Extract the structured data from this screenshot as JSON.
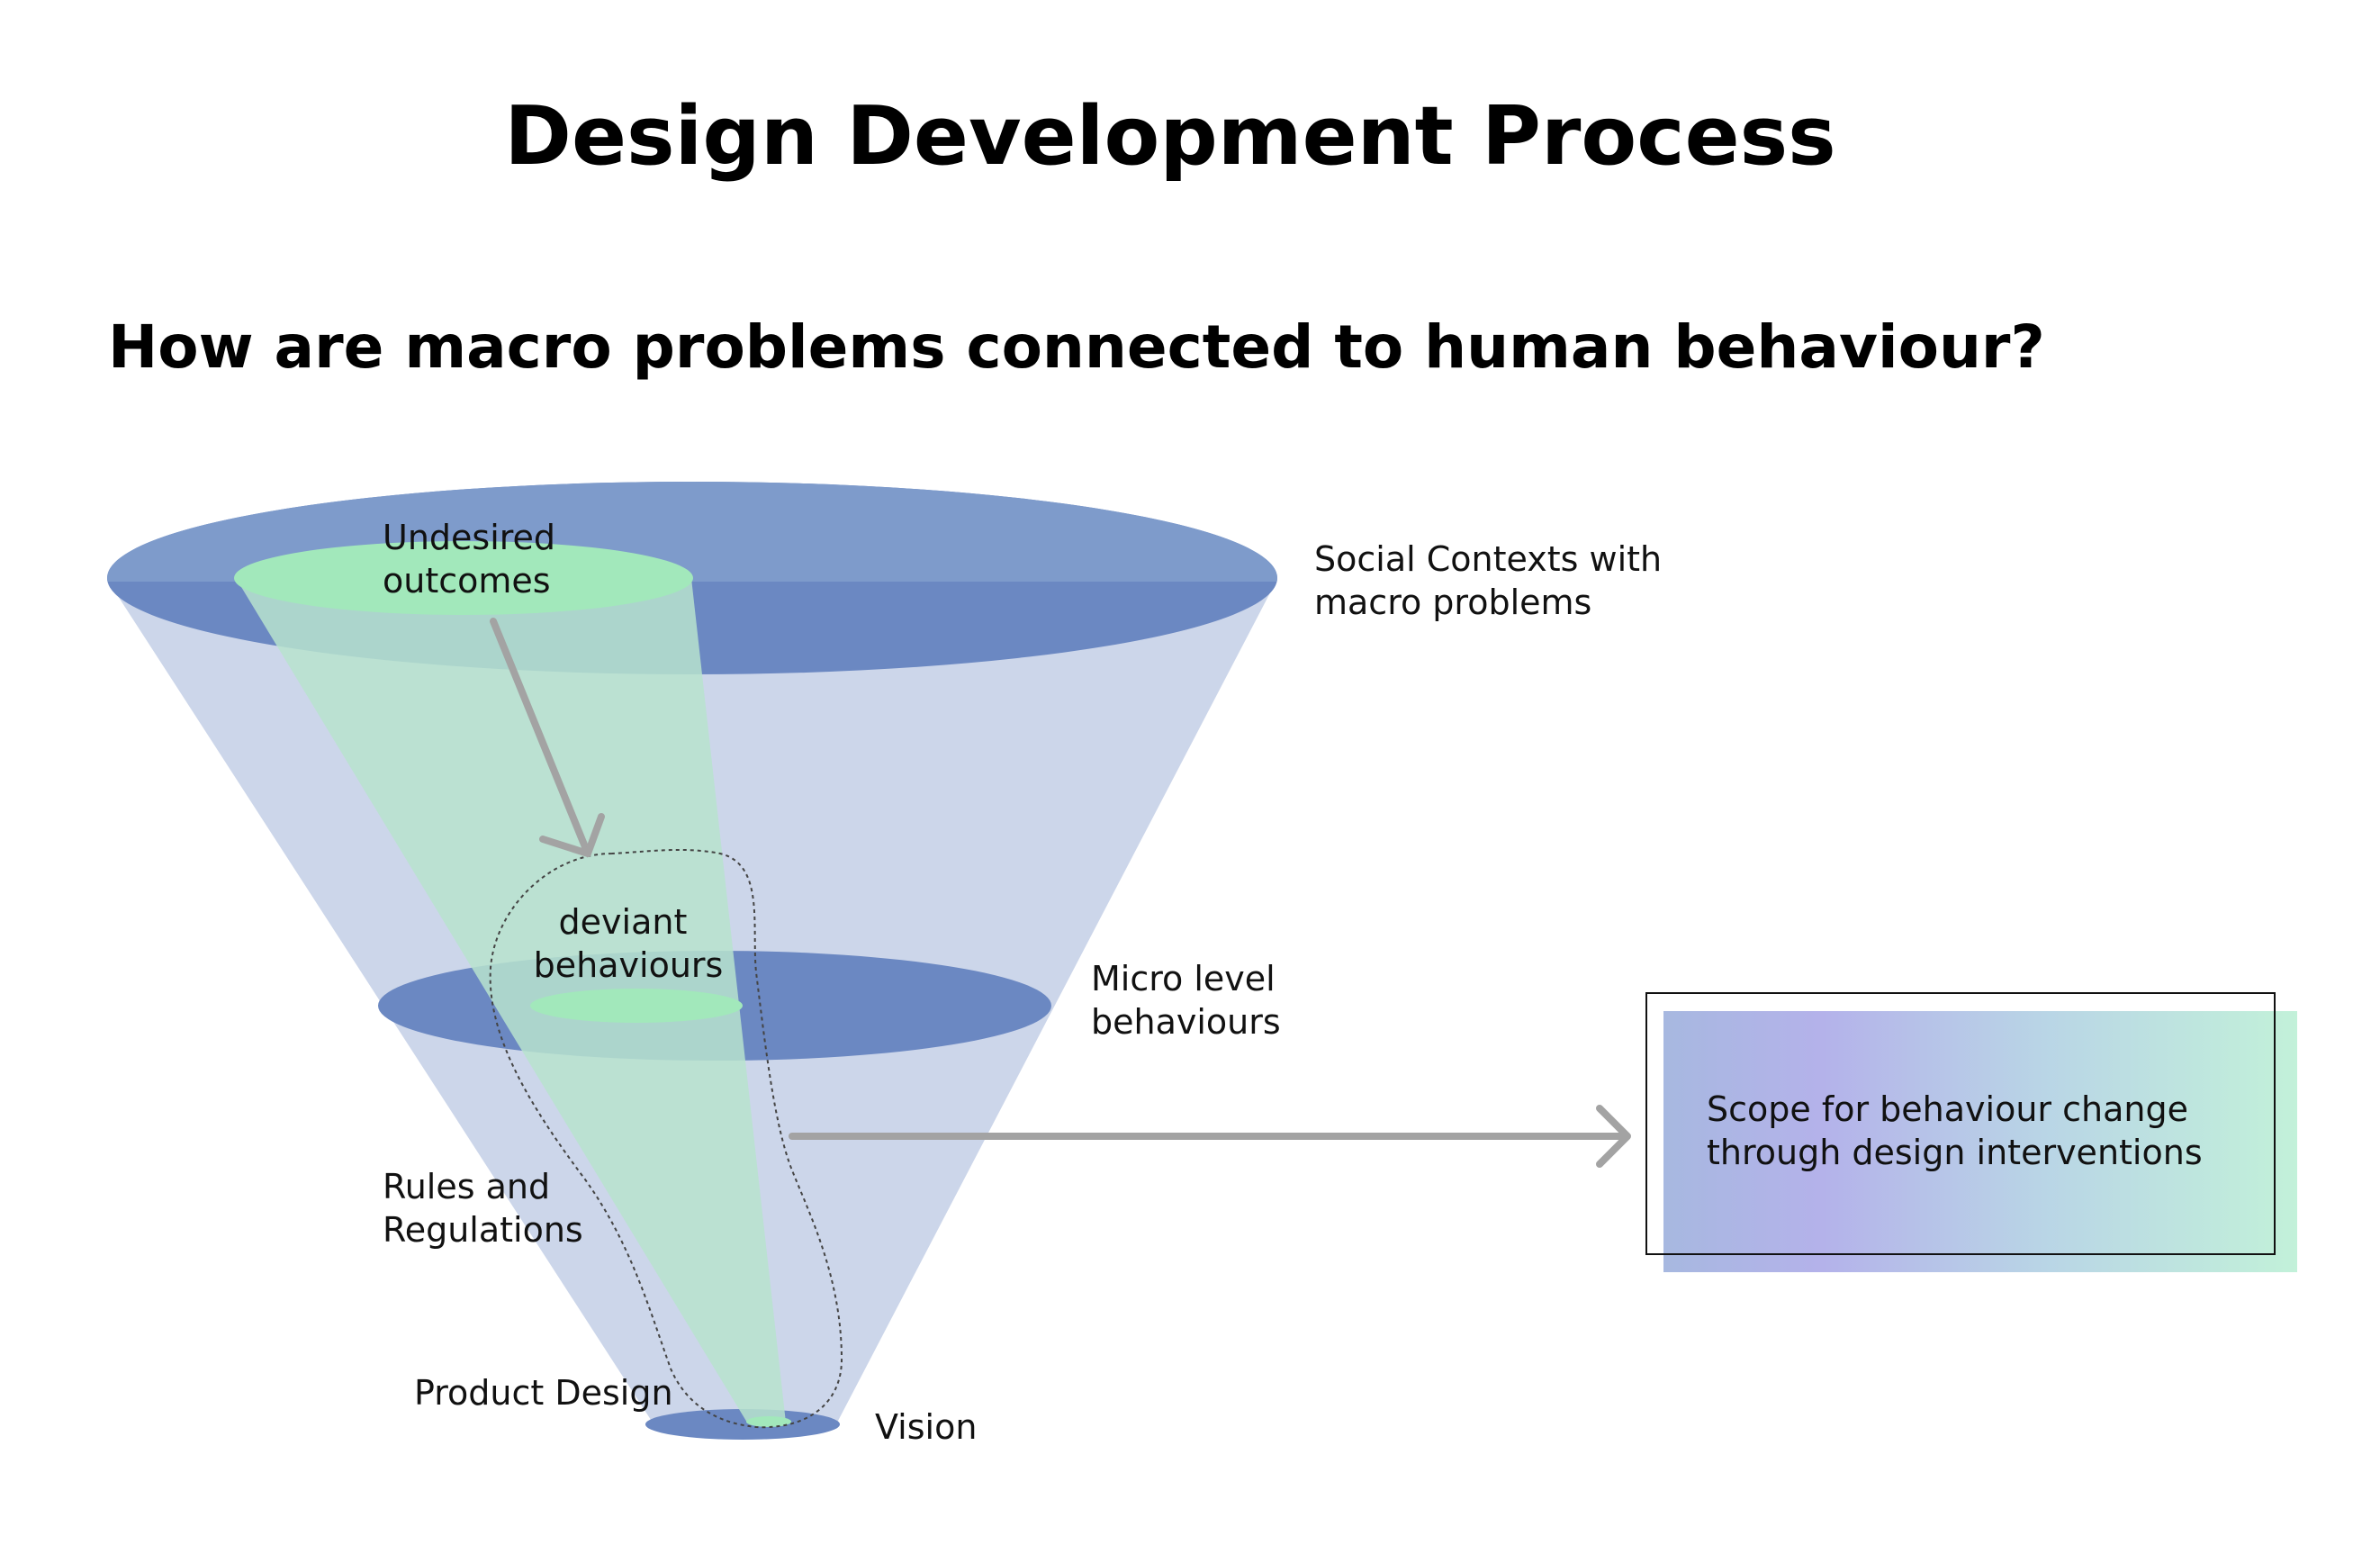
{
  "title": "Design Development Process",
  "subtitle": "How are macro problems connected to human behaviour?",
  "labels": {
    "undesired_outcomes": [
      "Undesired",
      "outcomes"
    ],
    "social_contexts": [
      "Social Contexts with",
      "macro problems"
    ],
    "deviant_behaviours": [
      "deviant",
      "behaviours"
    ],
    "micro_level": [
      "Micro level",
      "behaviours"
    ],
    "rules_regulations": [
      "Rules and",
      "Regulations"
    ],
    "product_design": "Product Design",
    "vision": "Vision",
    "scope_box": [
      "Scope for behaviour change",
      "through design interventions"
    ]
  },
  "colors": {
    "funnel_body": "#ccd6ea",
    "ellipse_blue": "#6b88c2",
    "ellipse_blue_light": "#7e9bcb",
    "cone_green": "#b9e2d0",
    "ellipse_green": "#a2e8bb",
    "arrow_gray": "#a3a3a3",
    "gradient_start": "#a7b8e0",
    "gradient_mid": "#b4b2ea",
    "gradient_end": "#c2f1d9"
  }
}
